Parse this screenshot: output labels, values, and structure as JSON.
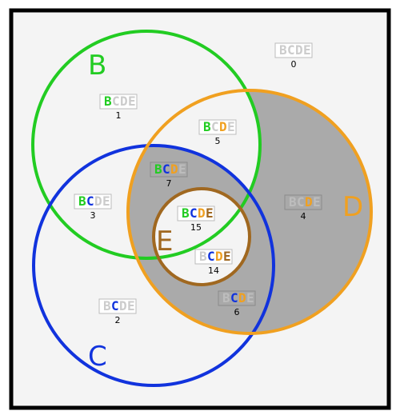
{
  "diagram": {
    "sets": [
      {
        "id": "B",
        "label": "B",
        "color": "#22cc22"
      },
      {
        "id": "C",
        "label": "C",
        "color": "#1133dd"
      },
      {
        "id": "D",
        "label": "D",
        "color": "#f0a020"
      },
      {
        "id": "E",
        "label": "E",
        "color": "#a06820"
      }
    ],
    "inactive_color": "#cccccc",
    "shade_color": "#aaaaaa",
    "regions": [
      {
        "id": "r0",
        "sets": "",
        "number": "0",
        "shaded": false
      },
      {
        "id": "r1",
        "sets": "B",
        "number": "1",
        "shaded": false
      },
      {
        "id": "r5",
        "sets": "BD",
        "number": "5",
        "shaded": false
      },
      {
        "id": "r7",
        "sets": "BCD",
        "number": "7",
        "shaded": true
      },
      {
        "id": "r3",
        "sets": "BC",
        "number": "3",
        "shaded": false
      },
      {
        "id": "r4",
        "sets": "D",
        "number": "4",
        "shaded": true
      },
      {
        "id": "r15",
        "sets": "BCDE",
        "number": "15",
        "shaded": false
      },
      {
        "id": "r14",
        "sets": "CDE",
        "number": "14",
        "shaded": false
      },
      {
        "id": "r6",
        "sets": "CD",
        "number": "6",
        "shaded": true
      },
      {
        "id": "r2",
        "sets": "C",
        "number": "2",
        "shaded": false
      }
    ]
  }
}
